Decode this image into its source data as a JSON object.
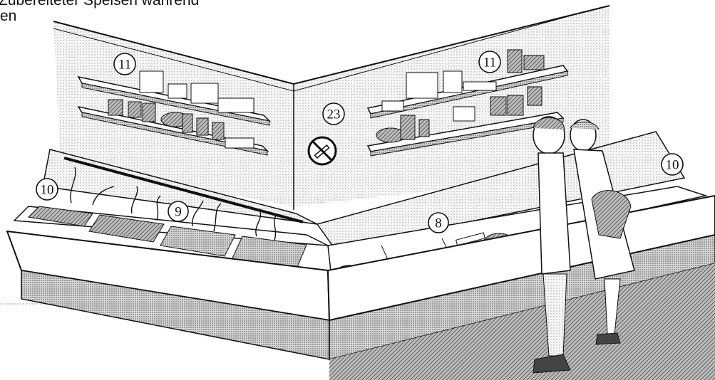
{
  "caption": {
    "line1": "Zubereiteter Speisen während",
    "line2": "en"
  },
  "callouts": {
    "shelf_left": "11",
    "shelf_right": "11",
    "no_smoking": "23",
    "counter_left_end": "10",
    "counter_right_end": "10",
    "cold_dishes": "9",
    "meat_cheese": "8"
  },
  "icons": {
    "no_smoking": "no-smoking-sign"
  }
}
